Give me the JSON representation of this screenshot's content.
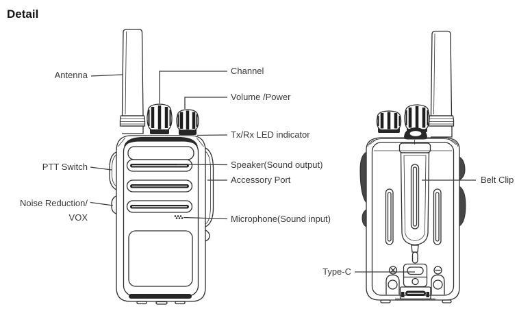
{
  "title": "Detail",
  "colors": {
    "line": "#2d2d2d",
    "text": "#383838",
    "background": "#ffffff"
  },
  "diagram": {
    "front": {
      "antenna": "Antenna",
      "channel": "Channel",
      "volume_power": "Volume /Power",
      "txrx_led": "Tx/Rx LED indicator",
      "ptt_switch": "PTT Switch",
      "speaker": "Speaker(Sound output)",
      "accessory_port": "Accessory Port",
      "noise_reduction_line1": "Noise Reduction/",
      "noise_reduction_line2": "VOX",
      "microphone": "Microphone(Sound input)"
    },
    "back": {
      "belt_clip": "Belt Clip",
      "type_c": "Type-C"
    }
  }
}
